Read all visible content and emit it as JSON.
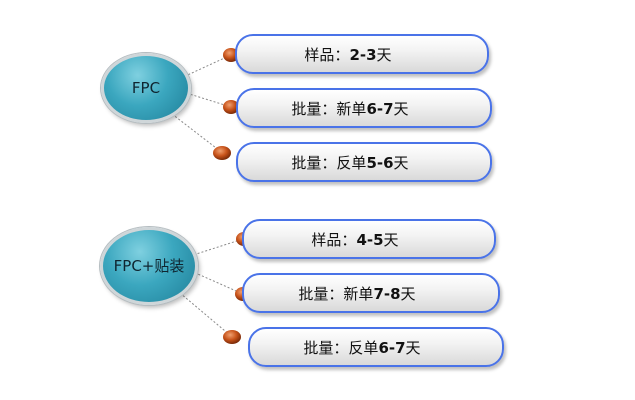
{
  "groups": [
    {
      "hub": "FPC",
      "items": [
        {
          "prefix": "样品：",
          "num": "2-3",
          "suffix": "天"
        },
        {
          "prefix": "批量：新单",
          "num": "6-7",
          "suffix": "天"
        },
        {
          "prefix": "批量：反单",
          "num": "5-6",
          "suffix": "天"
        }
      ]
    },
    {
      "hub": "FPC+贴装",
      "items": [
        {
          "prefix": "样品：",
          "num": "4-5",
          "suffix": "天"
        },
        {
          "prefix": "批量：新单",
          "num": "7-8",
          "suffix": "天"
        },
        {
          "prefix": "批量：反单",
          "num": "6-7",
          "suffix": "天"
        }
      ]
    }
  ],
  "colors": {
    "hub": "#3ba7bf",
    "pill_border": "#4a73e8",
    "node": "#c8531a"
  }
}
